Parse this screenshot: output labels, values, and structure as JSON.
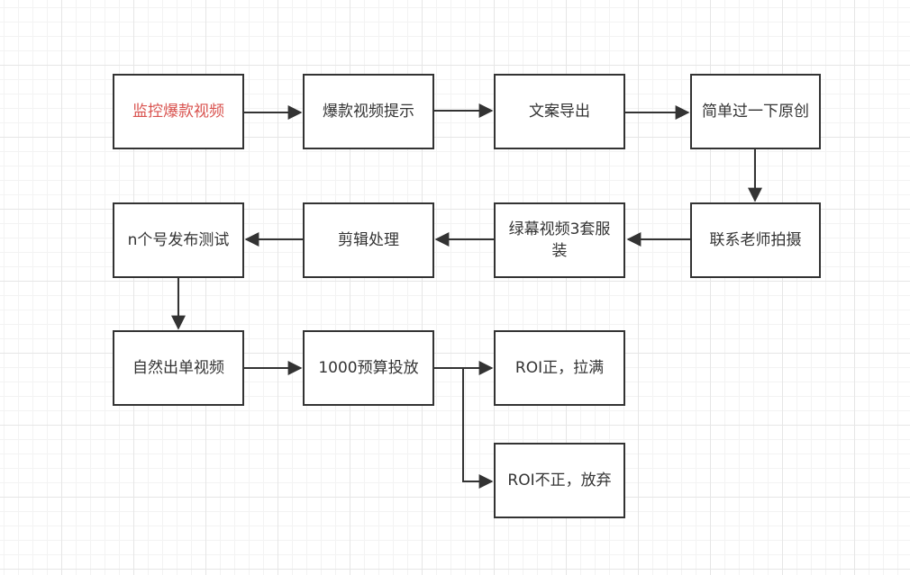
{
  "colors": {
    "stroke": "#333333",
    "text": "#333333",
    "highlight_text": "#d9534f"
  },
  "nodes": {
    "monitor": "监控爆款视频",
    "tip": "爆款视频提示",
    "export": "文案导出",
    "original": "简单过一下原创",
    "contact": "联系老师拍摄",
    "greenscreen": "绿幕视频3套服装",
    "edit": "剪辑处理",
    "publish": "n个号发布测试",
    "natural": "自然出单视频",
    "budget": "1000预算投放",
    "roi_pos": "ROI正，拉满",
    "roi_neg": "ROI不正，放弃"
  }
}
